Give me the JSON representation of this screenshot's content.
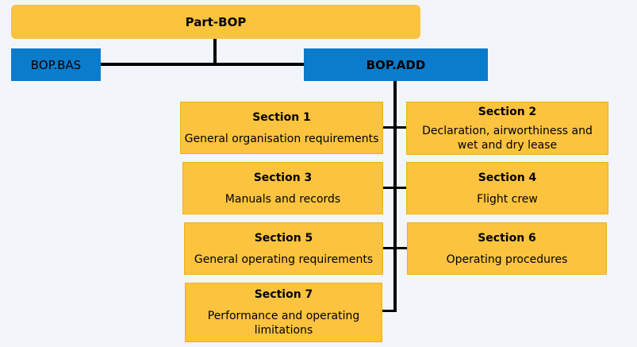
{
  "colors": {
    "background": "#f2f6fb",
    "yellow": "#fcc33f",
    "blue": "#0a7ccb",
    "line": "#000000"
  },
  "root": "Part-BOP",
  "bas": "BOP.BAS",
  "add": "BOP.ADD",
  "sections": [
    {
      "title": "Section 1",
      "desc": "General organisation requirements"
    },
    {
      "title": "Section 2",
      "desc": "Declaration, airworthiness and wet and dry lease"
    },
    {
      "title": "Section 3",
      "desc": "Manuals and records"
    },
    {
      "title": "Section 4",
      "desc": "Flight crew"
    },
    {
      "title": "Section 5",
      "desc": "General operating requirements"
    },
    {
      "title": "Section 6",
      "desc": "Operating procedures"
    },
    {
      "title": "Section 7",
      "desc": "Performance and operating limitations"
    }
  ]
}
